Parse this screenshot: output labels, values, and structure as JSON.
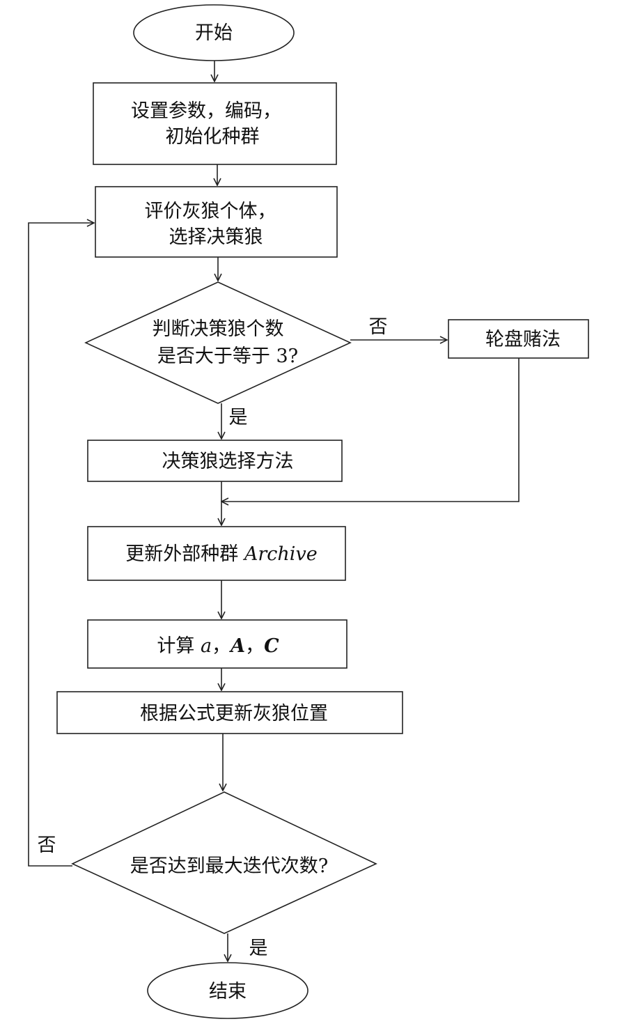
{
  "nodes": {
    "start": "开始",
    "init_line1": "设置参数，编码，",
    "init_line2": "初始化种群",
    "eval_line1": "评价灰狼个体，",
    "eval_line2": "选择决策狼",
    "decision1_line1": "判断决策狼个数",
    "decision1_line2": "是否大于等于 3?",
    "roulette": "轮盘赌法",
    "select_method": "决策狼选择方法",
    "archive_prefix": "更新外部种群 ",
    "archive_italic": "Archive",
    "calc_prefix": "计算 ",
    "calc_a": "a",
    "calc_sep1": "，",
    "calc_A": "A",
    "calc_sep2": "，",
    "calc_C": "C",
    "update_position": "根据公式更新灰狼位置",
    "decision2": "是否达到最大迭代次数?",
    "end": "结束"
  },
  "labels": {
    "no_roulette": "否",
    "yes_select": "是",
    "no_loop": "否",
    "yes_end": "是"
  }
}
